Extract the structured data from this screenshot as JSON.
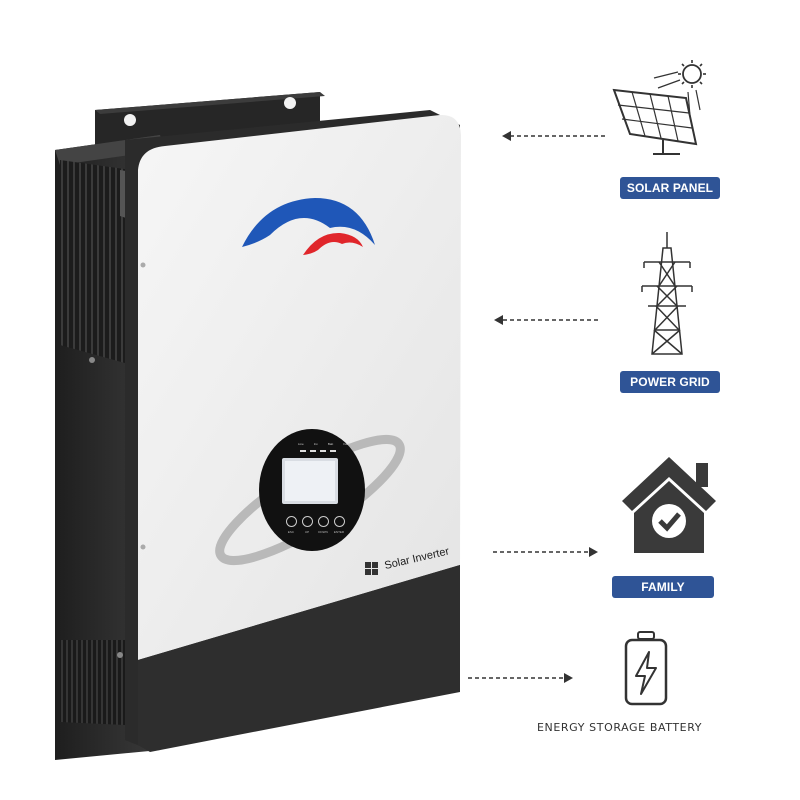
{
  "product": {
    "label": "Solar Inverter",
    "lcd": {
      "indicators": [
        "Line",
        "Inv",
        "Batt",
        "Fault"
      ],
      "buttons": [
        "ESC",
        "UP",
        "DOWN",
        "ENTER"
      ]
    }
  },
  "flow": {
    "solar_panel": "SOLAR PANEL",
    "power_grid": "POWER GRID",
    "family": "FAMILY",
    "battery": "ENERGY STORAGE BATTERY"
  },
  "colors": {
    "badge_blue": "#2f5496",
    "logo_blue": "#1f57b8",
    "logo_red": "#e0262b",
    "housing_dark": "#2b2b2b",
    "panel_light": "#eeeeee"
  },
  "icons": {
    "solar": "solar-panel-icon",
    "grid": "power-tower-icon",
    "home": "house-check-icon",
    "battery": "battery-charging-icon"
  }
}
